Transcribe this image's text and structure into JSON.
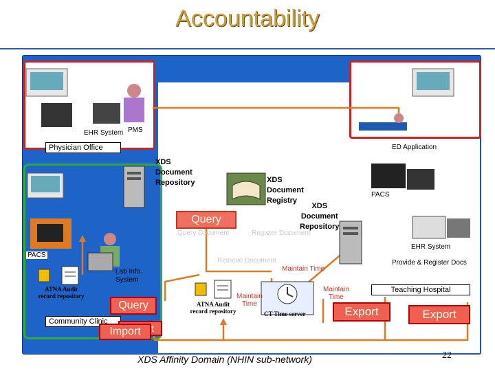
{
  "title": "Accountability",
  "regions": {
    "physician_office": "Physician Office",
    "ed_application": "ED Application",
    "community_clinic": "Community Clinic",
    "teaching_hospital": "Teaching Hospital"
  },
  "systems": {
    "ehr_system_po": "EHR System",
    "pms": "PMS",
    "xds_repo_left": [
      "XDS",
      "Document",
      "Repository"
    ],
    "xds_registry": [
      "XDS",
      "Document",
      "Registry"
    ],
    "xds_repo_right": [
      "XDS",
      "Document",
      "Repository"
    ],
    "pacs_right": "PACS",
    "ehr_system_right": "EHR System",
    "pacs_left": "PACS",
    "lab_info": [
      "Lab Info.",
      "System"
    ],
    "atna_left": [
      "ATNA Audit",
      "record repository"
    ],
    "atna_center": [
      "ATNA Audit",
      "record repository"
    ],
    "ct_time_server": "CT Time server"
  },
  "transactions": {
    "query_center": "Query",
    "query_document_ghost": "Query Document",
    "register_document_ghost": "Register Document",
    "retrieve_document_ghost": "Retrieve Document",
    "maintain_time_1": "Maintain Time",
    "maintain_time_2": [
      "Maintain",
      "Time"
    ],
    "maintain_time_3": [
      "Maintain",
      "Time"
    ],
    "provide_register": "Provide & Register Docs",
    "query_left": "Query",
    "import_1": "Import",
    "import_2": "Import",
    "export_center": "Export",
    "export_right": "Export"
  },
  "footer": "XDS Affinity Domain (NHIN sub-network)",
  "page_number": "22"
}
